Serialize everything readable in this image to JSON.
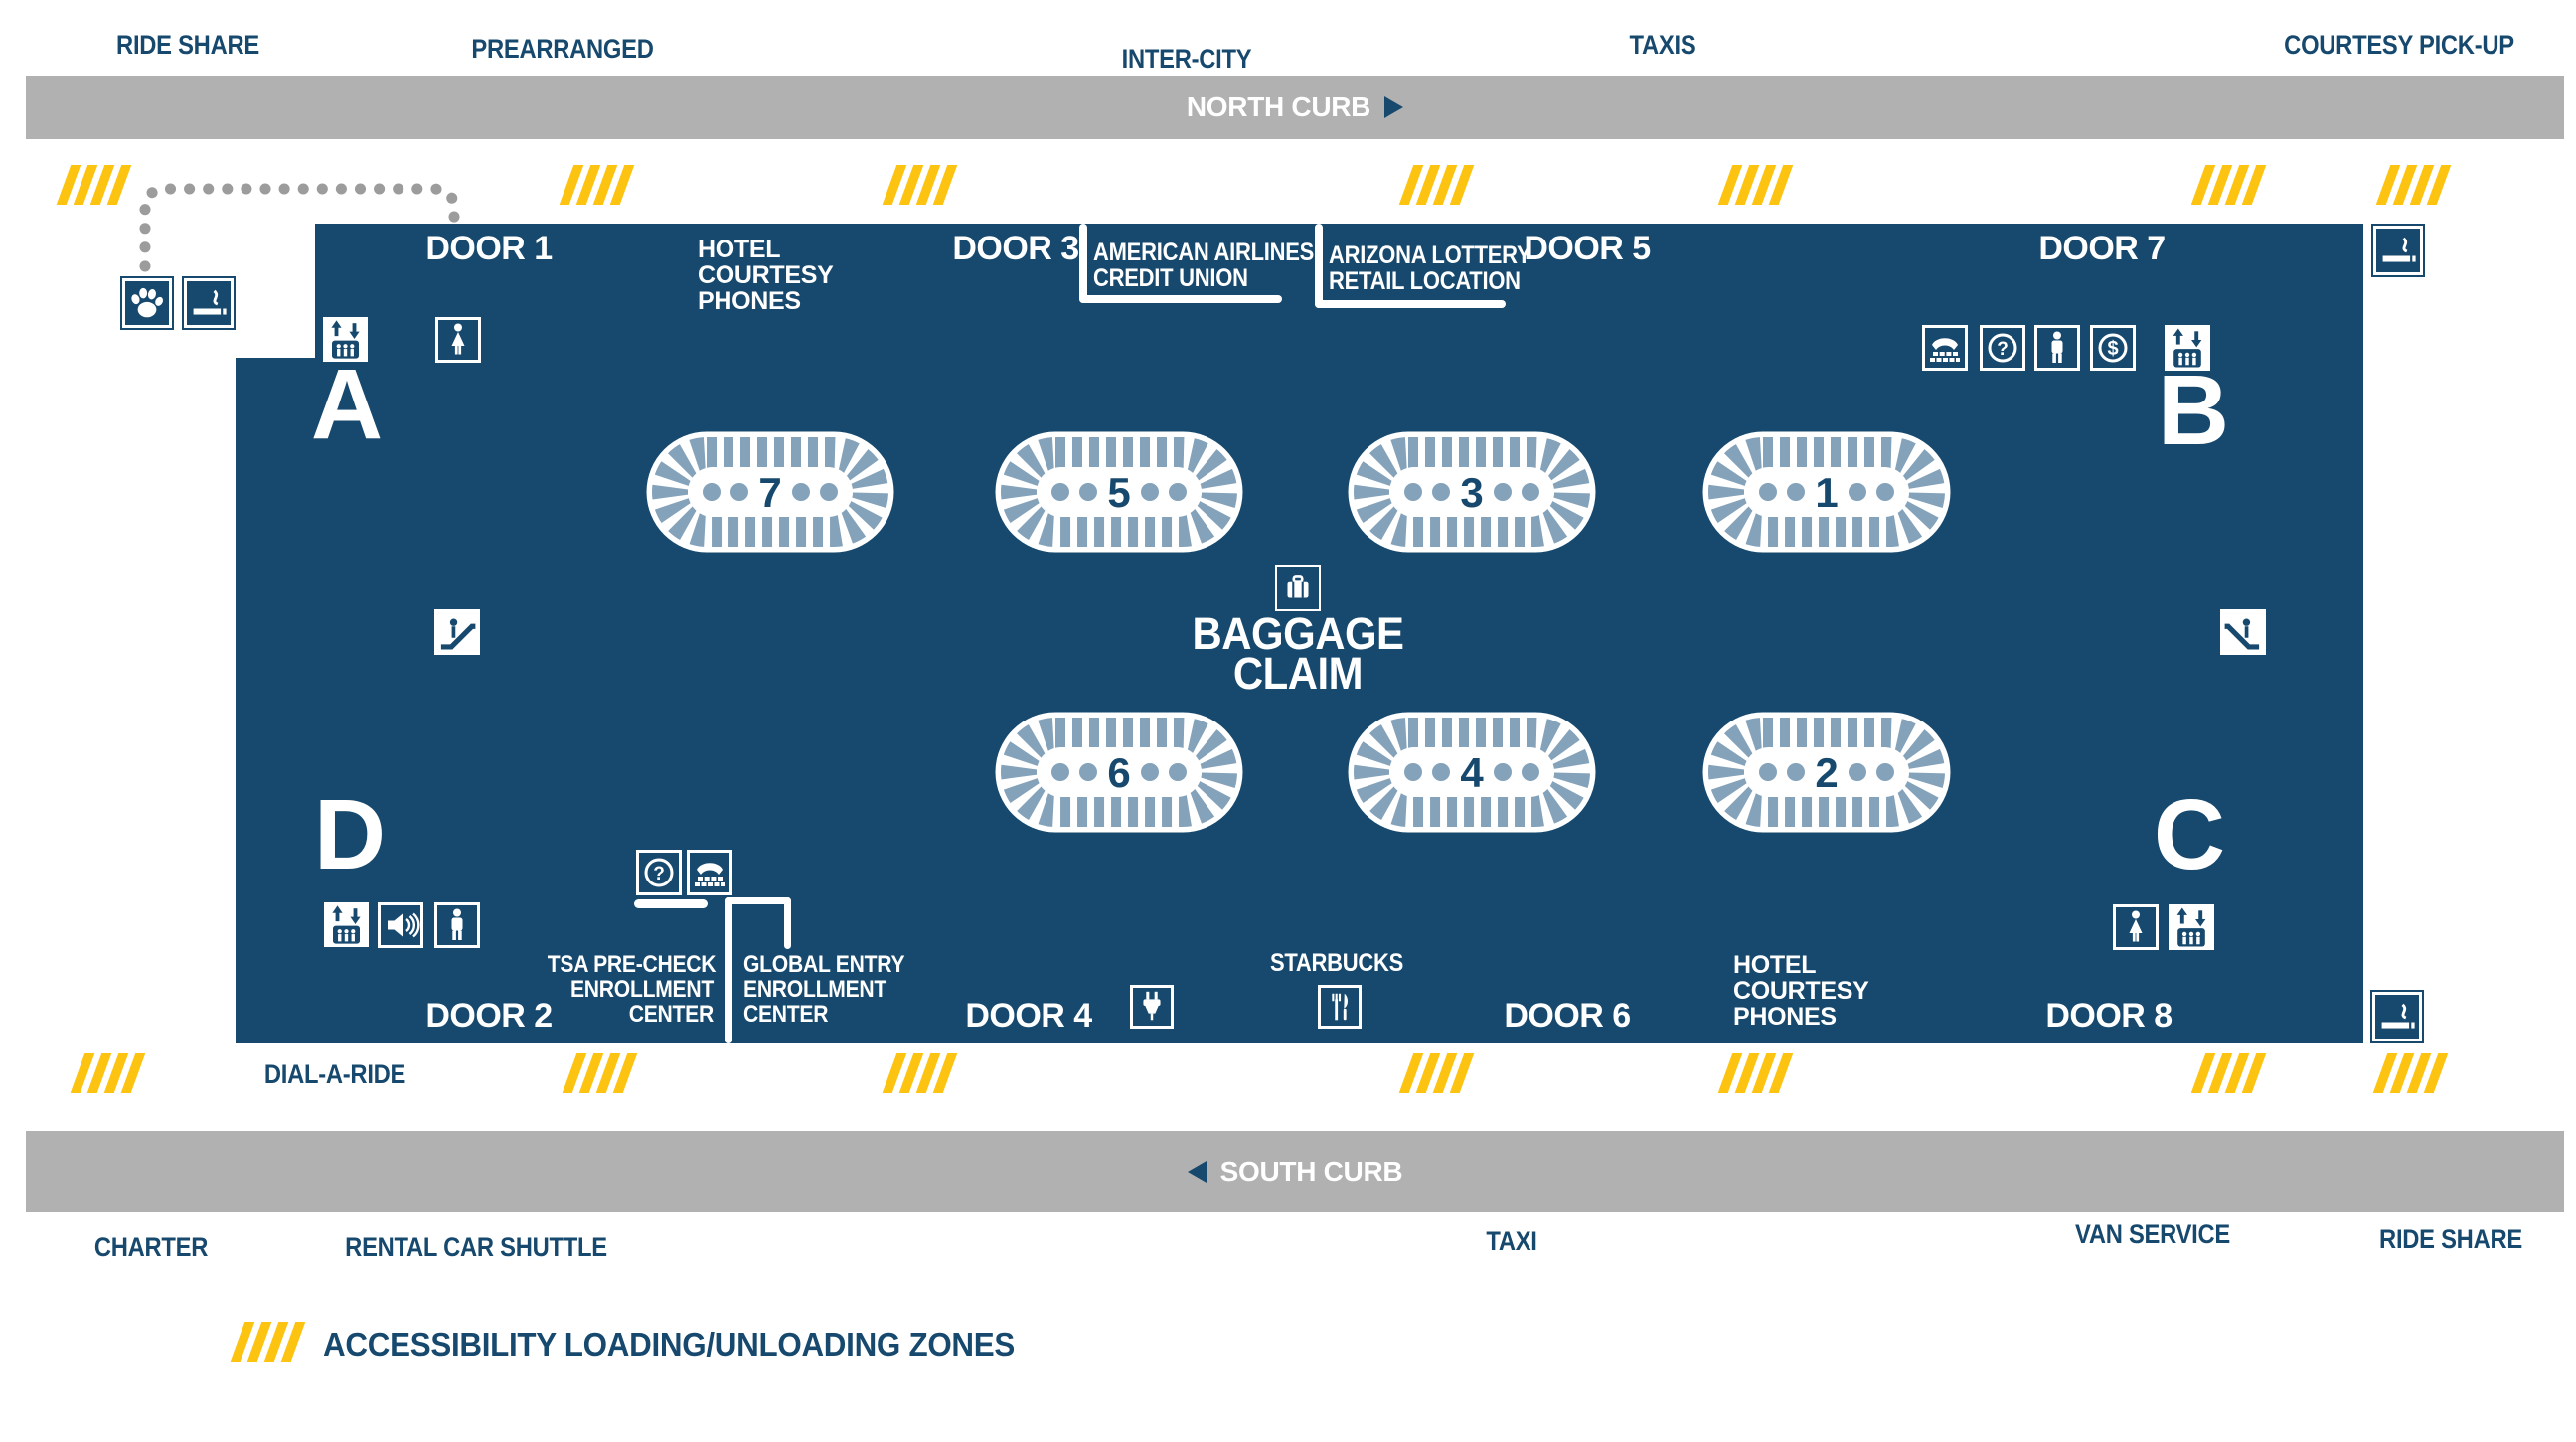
{
  "colors": {
    "navy": "#17496E",
    "steel": "#84A2BA",
    "yellow": "#FDC311",
    "curb_gray": "#B1B1B1",
    "dot_gray": "#9C9C9C",
    "white": "#FFFFFF"
  },
  "north_labels": {
    "ride_share": "RIDE SHARE",
    "prearranged": "PREARRANGED",
    "inter_city": "INTER-CITY",
    "taxis": "TAXIS",
    "courtesy_pickup": "COURTESY PICK-UP"
  },
  "curbs": {
    "north": "NORTH CURB",
    "south": "SOUTH CURB"
  },
  "terminal": {
    "doors": [
      "DOOR 1",
      "DOOR 3",
      "DOOR 5",
      "DOOR 7",
      "DOOR 2",
      "DOOR 4",
      "DOOR 6",
      "DOOR 8"
    ],
    "sections": [
      "A",
      "B",
      "C",
      "D"
    ],
    "baggage_claim": {
      "line1": "BAGGAGE",
      "line2": "CLAIM"
    },
    "carousels": [
      {
        "number": "7"
      },
      {
        "number": "5"
      },
      {
        "number": "3"
      },
      {
        "number": "1"
      },
      {
        "number": "6"
      },
      {
        "number": "4"
      },
      {
        "number": "2"
      }
    ],
    "shops": {
      "hotel_phones_top": [
        "HOTEL",
        "COURTESY",
        "PHONES"
      ],
      "aa_credit_union": [
        "AMERICAN AIRLINES",
        "CREDIT UNION"
      ],
      "az_lottery": [
        "ARIZONA LOTTERY",
        "RETAIL LOCATION"
      ],
      "tsa_precheck": [
        "TSA PRE-CHECK",
        "ENROLLMENT",
        "CENTER"
      ],
      "global_entry": [
        "GLOBAL ENTRY",
        "ENROLLMENT",
        "CENTER"
      ],
      "starbucks": "STARBUCKS",
      "hotel_phones_bottom": [
        "HOTEL",
        "COURTESY",
        "PHONES"
      ]
    }
  },
  "south_labels": {
    "dial_a_ride": "DIAL-A-RIDE",
    "charter": "CHARTER",
    "rental_car_shuttle": "RENTAL CAR SHUTTLE",
    "taxi": "TAXI",
    "van_service": "VAN SERVICE",
    "ride_share": "RIDE SHARE"
  },
  "legend": {
    "text": "ACCESSIBILITY LOADING/UNLOADING ZONES"
  },
  "icons": {
    "paw-icon": "paw print",
    "smoking-area-icon": "cigarette with smoke",
    "elevator-icon": "up/down arrows over elevator cab",
    "restroom-men-icon": "man figure",
    "restroom-women-icon": "woman figure",
    "escalator-icon": "person on escalator",
    "courtesy-phones-icon": "telephone bank",
    "information-icon": "question mark in circle",
    "atm-icon": "dollar sign in circle",
    "paging-icon": "loudspeaker with sound waves",
    "charging-station-icon": "electrical plug",
    "dining-icon": "fork and knife",
    "baggage-claim-icon": "suitcase",
    "north-curb-arrow": "triangle pointing right",
    "south-curb-arrow": "triangle pointing left"
  }
}
